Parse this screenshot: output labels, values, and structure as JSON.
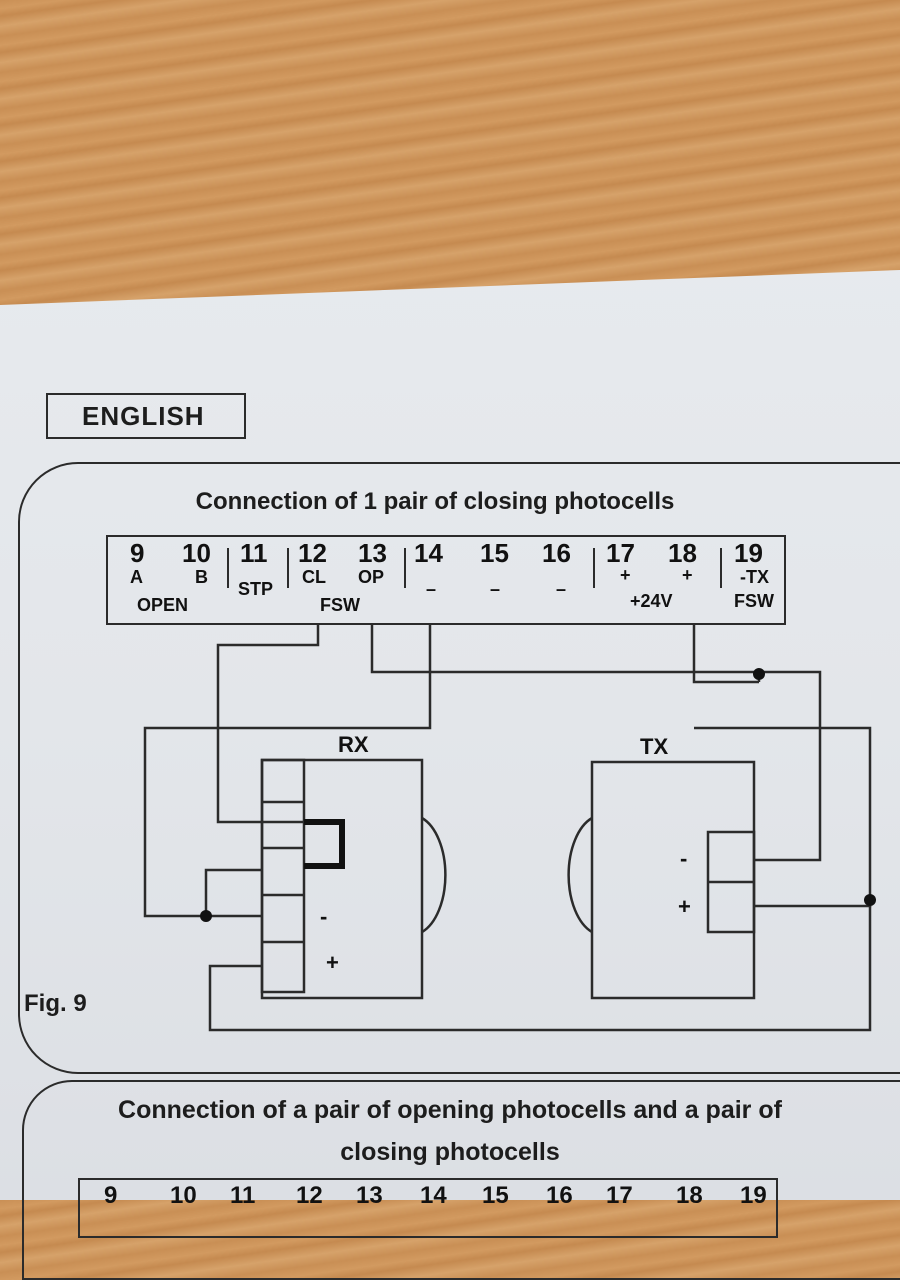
{
  "language_label": "ENGLISH",
  "diagram1": {
    "title": "Connection of 1 pair of closing photocells",
    "terminals": [
      {
        "num": "9",
        "sub": "A"
      },
      {
        "num": "10",
        "sub": "B"
      },
      {
        "num": "11",
        "sub": "STP"
      },
      {
        "num": "12",
        "sub": "CL"
      },
      {
        "num": "13",
        "sub": "OP"
      },
      {
        "num": "14",
        "sub": "–"
      },
      {
        "num": "15",
        "sub": "–"
      },
      {
        "num": "16",
        "sub": "–"
      },
      {
        "num": "17",
        "sub": "+"
      },
      {
        "num": "18",
        "sub": "+"
      },
      {
        "num": "19",
        "sub": "-TX"
      }
    ],
    "group_labels": {
      "open": "OPEN",
      "fsw": "FSW",
      "power": "+24V",
      "fsw_tx": "FSW"
    },
    "rx_label": "RX",
    "tx_label": "TX",
    "rx_minus": "-",
    "rx_plus": "+",
    "tx_minus": "-",
    "tx_plus": "+",
    "fig_label": "Fig. 9"
  },
  "diagram2": {
    "title_line1": "Connection of a pair of opening photocells and a pair of",
    "title_line2": "closing photocells",
    "terminals_visible": [
      "9",
      "10",
      "11",
      "12",
      "13",
      "14",
      "15",
      "16",
      "17",
      "18",
      "19"
    ]
  }
}
